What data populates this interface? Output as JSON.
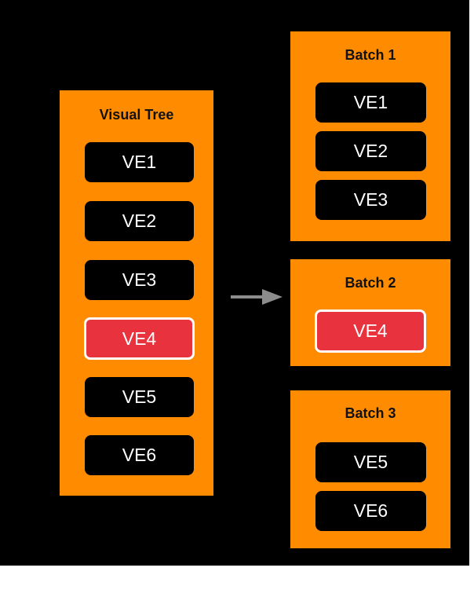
{
  "colors": {
    "background": "#000000",
    "panel": "#FF8C00",
    "item": "#000000",
    "highlight": "#E8323E",
    "arrow": "#8C8C8C"
  },
  "visual_tree": {
    "title": "Visual Tree",
    "items": [
      "VE1",
      "VE2",
      "VE3",
      "VE4",
      "VE5",
      "VE6"
    ],
    "highlighted": "VE4"
  },
  "batches": [
    {
      "title": "Batch 1",
      "items": [
        "VE1",
        "VE2",
        "VE3"
      ]
    },
    {
      "title": "Batch 2",
      "items": [
        "VE4"
      ]
    },
    {
      "title": "Batch 3",
      "items": [
        "VE5",
        "VE6"
      ]
    }
  ],
  "arrow_icon": "right-arrow-icon"
}
